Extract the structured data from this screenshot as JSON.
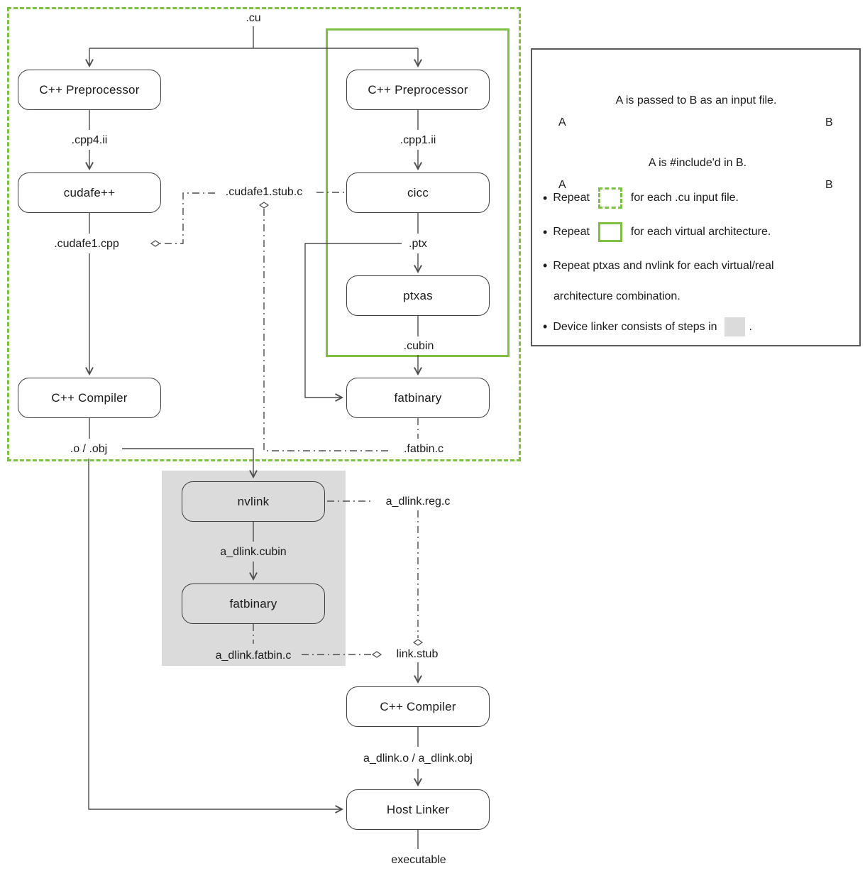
{
  "colors": {
    "green": "#7CC142",
    "device_gray": "#DBDBDB",
    "line": "#4D4D4D",
    "text": "#1A1A1A"
  },
  "nodes": {
    "cpp_pre_left": "C++ Preprocessor",
    "cpp_pre_right": "C++ Preprocessor",
    "cudafe": "cudafe++",
    "cicc": "cicc",
    "ptxas": "ptxas",
    "fatbinary_virtual": "fatbinary",
    "cpp_compiler_left": "C++ Compiler",
    "nvlink": "nvlink",
    "fatbinary_device": "fatbinary",
    "cpp_compiler_host": "C++ Compiler",
    "host_linker": "Host Linker"
  },
  "files": {
    "cu": ".cu",
    "cpp4_ii": ".cpp4.ii",
    "cpp1_ii": ".cpp1.ii",
    "cudafe1_stub_c": ".cudafe1.stub.c",
    "cudafe1_cpp": ".cudafe1.cpp",
    "ptx": ".ptx",
    "cubin": ".cubin",
    "o_obj": ".o / .obj",
    "fatbin_c": ".fatbin.c",
    "a_dlink_reg_c": "a_dlink.reg.c",
    "a_dlink_cubin": "a_dlink.cubin",
    "a_dlink_fatbin_c": "a_dlink.fatbin.c",
    "link_stub": "link.stub",
    "a_dlink_o_obj": "a_dlink.o / a_dlink.obj",
    "executable": "executable"
  },
  "legend": {
    "a": "A",
    "b": "B",
    "passed_caption": "A is passed to B as an input file.",
    "include_caption": "A is #include'd in B.",
    "bullet": "•",
    "repeat_label": "Repeat",
    "cu_suffix": "for each .cu input file.",
    "va_suffix": "for each virtual architecture.",
    "ptxas_line1": "Repeat ptxas and nvlink for each virtual/real",
    "ptxas_line2": "architecture combination.",
    "device_prefix": "Device linker consists of steps in",
    "device_suffix": "."
  }
}
